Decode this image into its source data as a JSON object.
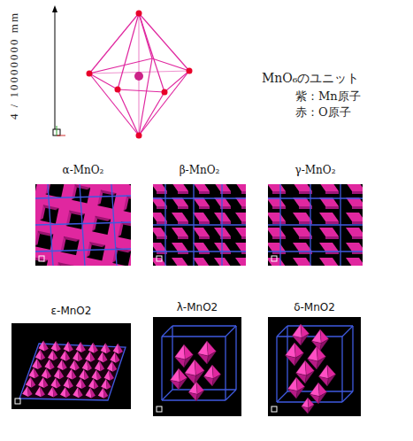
{
  "diagram": {
    "nodes": [
      {
        "text": [
          "α-MnO₂"
        ]
      },
      {
        "text": [
          "β-MnO₂"
        ]
      },
      {
        "text": [
          "γ-MnO₂"
        ]
      },
      {
        "text": [
          "ε-MnO2"
        ]
      },
      {
        "text": [
          "λ-MnO2"
        ]
      },
      {
        "text": [
          "δ-MnO2"
        ]
      }
    ],
    "labels": [
      "4 / 10000000 mm",
      "MnO₆のユニット",
      "紫：Mn原子",
      "赤：O原子"
    ]
  }
}
